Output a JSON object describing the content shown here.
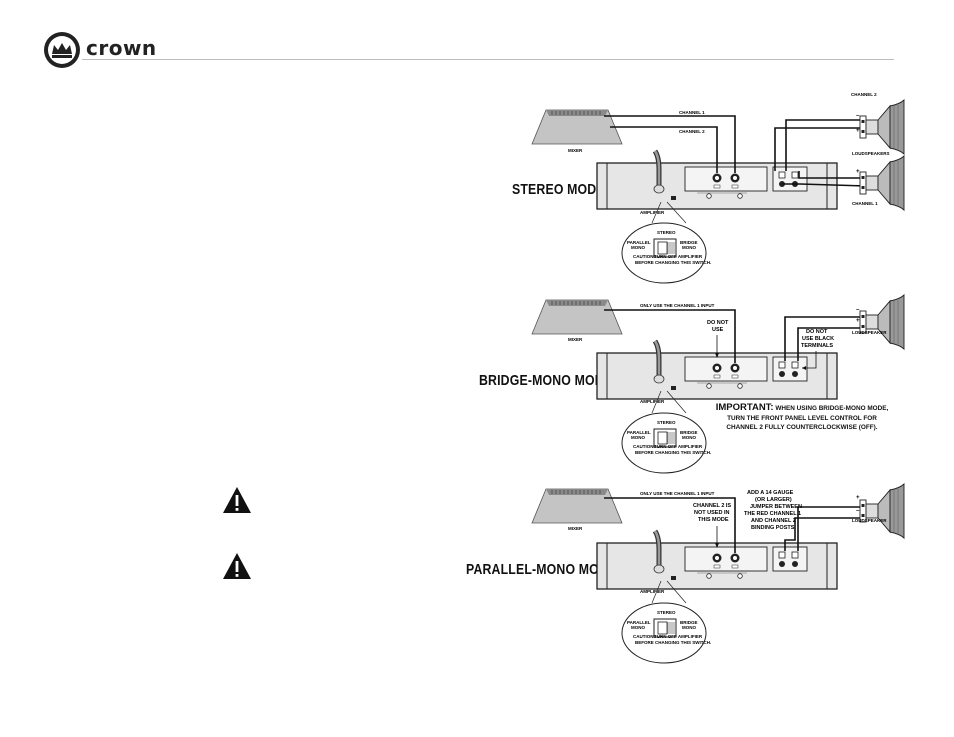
{
  "brand": {
    "name": "crown"
  },
  "stereo": {
    "title": "STEREO MODE",
    "mixer_label": "MIXER",
    "amp_label": "AMPLIFIER",
    "input_ch1": "CHANNEL 1",
    "input_ch2": "CHANNEL 2",
    "speaker_ch2": "CHANNEL 2",
    "speaker_ch1": "CHANNEL 1",
    "loudspeakers": "LOUDSPEAKERS",
    "switch": {
      "stereo": "STEREO",
      "parallel": [
        "PARALLEL",
        "MONO"
      ],
      "bridge": [
        "BRIDGE",
        "MONO"
      ],
      "caution_bold": "CAUTION:",
      "caution_1": "TURN OFF AMPLIFIER",
      "caution_2": "BEFORE CHANGING THIS SWITCH."
    }
  },
  "bridge": {
    "title": "BRIDGE-MONO MODE",
    "mixer_label": "MIXER",
    "amp_label": "AMPLIFIER",
    "input_note": "ONLY USE THE CHANNEL 1 INPUT",
    "do_not_use": [
      "DO NOT",
      "USE"
    ],
    "black_terminals": [
      "DO NOT",
      "USE BLACK",
      "TERMINALS"
    ],
    "loudspeaker": "LOUDSPEAKER",
    "important_label": "IMPORTANT:",
    "important_1": "WHEN USING BRIDGE-MONO MODE,",
    "important_2": "TURN THE FRONT PANEL LEVEL CONTROL FOR",
    "important_3": "CHANNEL 2 FULLY COUNTERCLOCKWISE (OFF)."
  },
  "parallel": {
    "title": "PARALLEL-MONO MODE",
    "mixer_label": "MIXER",
    "amp_label": "AMPLIFIER",
    "input_note": "ONLY USE THE CHANNEL 1 INPUT",
    "ch2_note": [
      "CHANNEL 2 IS",
      "NOT USED IN",
      "THIS MODE"
    ],
    "jumper_note": [
      "ADD A 14 GAUGE",
      "(OR LARGER)",
      "JUMPER BETWEEN",
      "THE RED CHANNEL 1",
      "AND CHANNEL 2",
      "BINDING POSTS."
    ],
    "loudspeaker": "LOUDSPEAKER"
  },
  "icons": {
    "logo": "crown-logo-icon",
    "warning": "warning-triangle-icon"
  },
  "colors": {
    "ink": "#111111",
    "rule": "#bdbdbd",
    "panel": "#e3e3e3",
    "mixer": "#bfbfbf"
  }
}
